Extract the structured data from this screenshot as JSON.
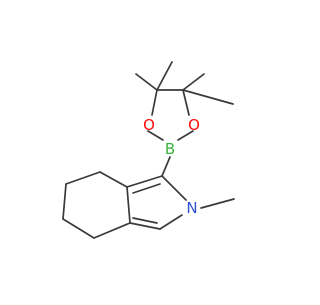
{
  "molecule": {
    "atom_labels": {
      "boron": "B",
      "oxygen_left": "O",
      "oxygen_right": "O",
      "nitrogen": "N"
    },
    "colors": {
      "bond": "#3a3a3a",
      "boron": "#3cb33c",
      "oxygen": "#ff0d0d",
      "nitrogen": "#2f4fd6",
      "background": "#ffffff"
    }
  }
}
